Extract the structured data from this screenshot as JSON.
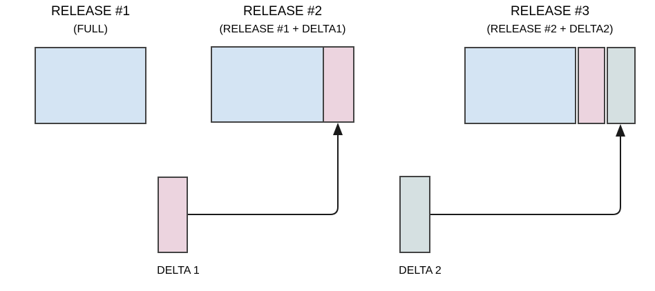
{
  "colors": {
    "full_fill": "#d4e4f3",
    "delta1_fill": "#ecd4df",
    "delta2_fill": "#d5e0e1",
    "border": "#424242",
    "connector": "#1a1a1a",
    "text": "#000000"
  },
  "releases": [
    {
      "title": "RELEASE #1",
      "subtitle": "(FULL)",
      "segments": [
        "full"
      ]
    },
    {
      "title": "RELEASE #2",
      "subtitle": "(RELEASE #1 + DELTA1)",
      "segments": [
        "full",
        "delta1"
      ]
    },
    {
      "title": "RELEASE #3",
      "subtitle": "(RELEASE #2 + DELTA2)",
      "segments": [
        "full",
        "delta1",
        "delta2"
      ]
    }
  ],
  "deltas": [
    {
      "label": "DELTA 1"
    },
    {
      "label": "DELTA 2"
    }
  ]
}
